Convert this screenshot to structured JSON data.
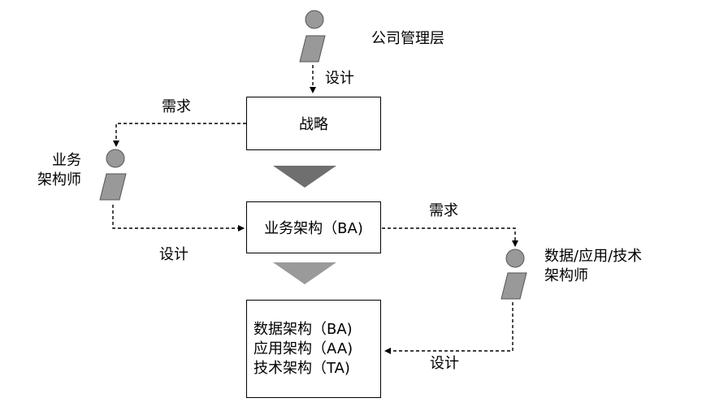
{
  "actors": {
    "management": {
      "label": "公司管理层"
    },
    "business_architect": {
      "line1": "业务",
      "line2": "架构师"
    },
    "tech_architect": {
      "line1": "数据/应用/技术",
      "line2": "架构师"
    }
  },
  "boxes": {
    "strategy": "战略",
    "business_architecture": "业务架构（BA)",
    "it_architecture": [
      "数据架构（BA)",
      "应用架构（AA)",
      "技术架构（TA)"
    ]
  },
  "edge_labels": {
    "management_design": "设计",
    "strategy_demand": "需求",
    "ba_design": "设计",
    "ba_demand": "需求",
    "tech_design": "设计"
  },
  "colors": {
    "actor_fill": "#999999",
    "arrow_dark": "#6f6f6f",
    "arrow_light": "#9a9a9a",
    "stroke": "#000000"
  }
}
